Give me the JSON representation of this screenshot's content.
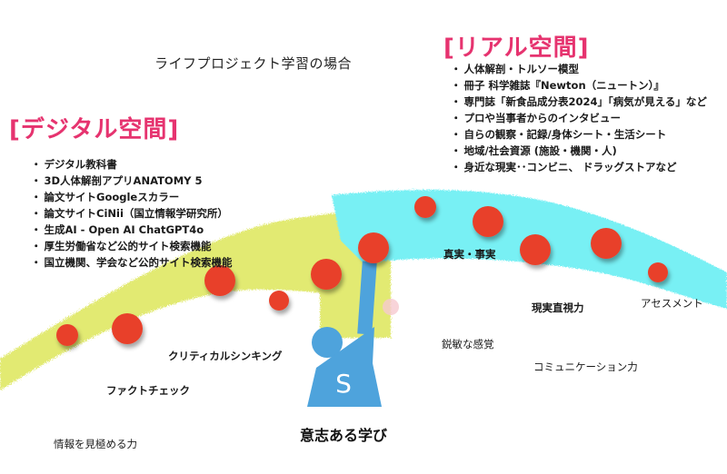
{
  "title": "ライフプロジェクト学習の場合",
  "digital": {
    "heading": "[デジタル空間]",
    "items": [
      "デジタル教科書",
      "3D人体解剖アプリANATOMY 5",
      "論文サイトGoogleスカラー",
      "論文サイトCiNii（国立情報学研究所）",
      "生成AI - Open AI  ChatGPT4o",
      "厚生労働省など公的サイト検索機能",
      "国立機関、学会など公的サイト検索機能"
    ]
  },
  "real": {
    "heading": "[リアル空間]",
    "items": [
      "人体解剖・トルソー模型",
      "冊子 科学雑誌『Newton（ニュートン）』",
      "専門誌「新食品成分表2024」「病気が見える」など",
      "プロや当事者からのインタビュー",
      "自らの観察・記録/身体シート・生活シート",
      "地域/社会資源 (施設・機関・人)",
      "身近な現実･･コンビニ、 ドラッグストアなど"
    ]
  },
  "skills": {
    "critical_thinking": "クリティカルシンキング",
    "fact_check": "ファクトチェック",
    "info_discernment": "情報を見極める力",
    "truth_fact": "真実・事実",
    "reality_view": "現実直視力",
    "assessment": "アセスメント",
    "keen_sense": "鋭敏な感覚",
    "communication": "コミュニケーション力"
  },
  "center": {
    "label": "意志ある学び",
    "figure_letter": "S"
  },
  "colors": {
    "heading_pink": "#e6336f",
    "digital_band": "#e2ea72",
    "real_band": "#78f0f4",
    "dot_red": "#e8412a",
    "figure_blue": "#4ea3dc"
  }
}
